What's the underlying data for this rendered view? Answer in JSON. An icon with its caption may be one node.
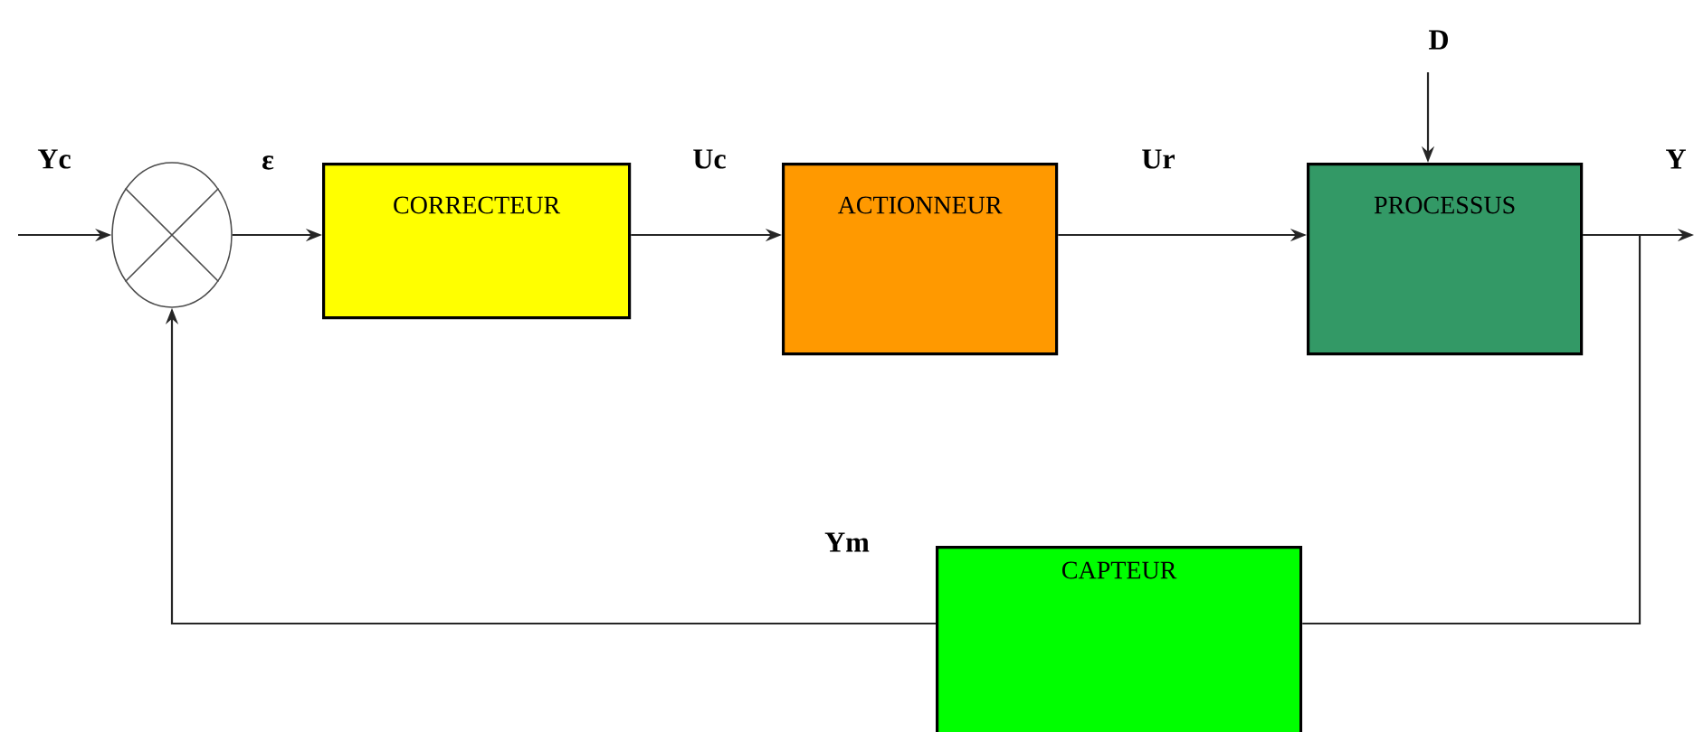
{
  "diagram": {
    "nodes": [
      {
        "text": [],
        "shape": "circle"
      },
      {
        "text": [
          "CORRECTEUR"
        ]
      },
      {
        "text": [
          "ACTIONNEUR"
        ]
      },
      {
        "text": [
          "PROCESSUS"
        ]
      },
      {
        "text": [
          "CAPTEUR"
        ]
      }
    ],
    "edges": [
      {
        "from": null,
        "to": 0,
        "arrow": "to",
        "label": "Yc"
      },
      {
        "from": 0,
        "to": 1,
        "arrow": "to",
        "label": "ε"
      },
      {
        "from": 1,
        "to": 2,
        "arrow": "to",
        "label": "Uc"
      },
      {
        "from": 2,
        "to": 3,
        "arrow": "to",
        "label": "Ur"
      },
      {
        "from": null,
        "to": 3,
        "arrow": "to",
        "label": "D"
      },
      {
        "from": 3,
        "to": null,
        "arrow": "to",
        "label": "Y"
      },
      {
        "from": 3,
        "to": 4,
        "arrow": "none"
      },
      {
        "from": 4,
        "to": 0,
        "arrow": "to",
        "label": "Ym"
      }
    ]
  }
}
